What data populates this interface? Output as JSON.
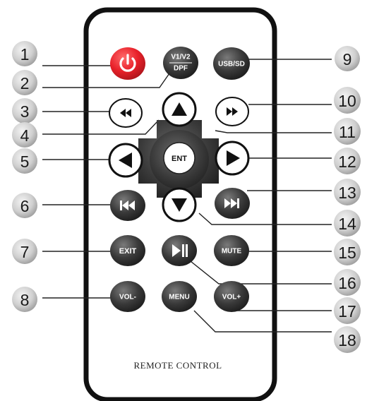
{
  "remote": {
    "footer_label": "REMOTE CONTROL"
  },
  "buttons": {
    "power": {
      "icon": "power-icon",
      "color": "#e8212a"
    },
    "v1v2_dpf": {
      "line1": "V1/V2",
      "line2": "DPF"
    },
    "usb_sd": {
      "label": "USB/SD"
    },
    "rewind": {
      "icon": "rewind-icon"
    },
    "fast_forward": {
      "icon": "fast-forward-icon"
    },
    "up": {
      "icon": "triangle-up-icon"
    },
    "left": {
      "icon": "triangle-left-icon"
    },
    "enter": {
      "label": "ENT"
    },
    "right": {
      "icon": "triangle-right-icon"
    },
    "down": {
      "icon": "triangle-down-icon"
    },
    "previous": {
      "icon": "skip-previous-icon"
    },
    "next": {
      "icon": "skip-next-icon"
    },
    "exit": {
      "label": "EXIT"
    },
    "play_pause": {
      "icon": "play-pause-icon"
    },
    "mute": {
      "label": "MUTE"
    },
    "vol_minus": {
      "label": "VOL-"
    },
    "menu": {
      "label": "MENU"
    },
    "vol_plus": {
      "label": "VOL+"
    }
  },
  "callouts": {
    "left": [
      "1",
      "2",
      "3",
      "4",
      "5",
      "6",
      "7",
      "8"
    ],
    "right": [
      "9",
      "10",
      "11",
      "12",
      "13",
      "14",
      "15",
      "16",
      "17",
      "18"
    ]
  },
  "colors": {
    "button_dark": "#3e3e3e",
    "power_red": "#e8212a",
    "callout_grey": "#bdbdbd"
  }
}
